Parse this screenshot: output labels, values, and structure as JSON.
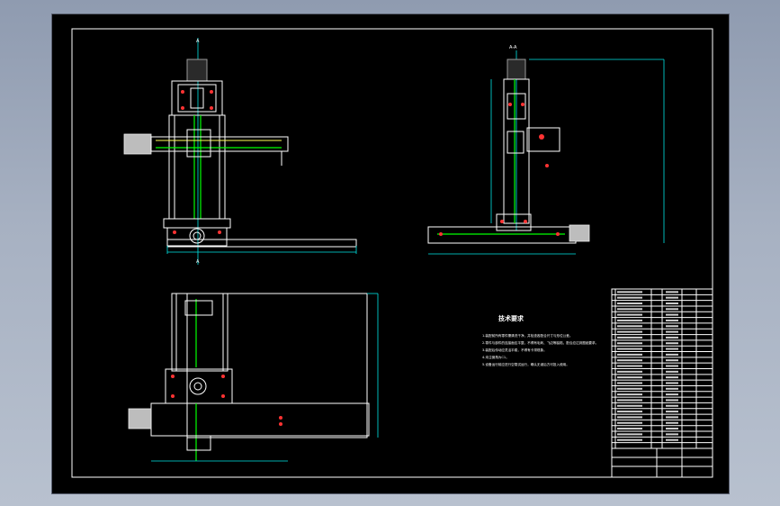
{
  "drawing": {
    "tech_title": "技术要求",
    "tech_notes": [
      "1.装配前所有零件需清洗干净，并检查各配合尺寸与形位公差。",
      "2.零件与部件的连接面应平整，不得有毛刺、飞边等缺陷，配合应达到图纸要求。",
      "3.装配后传动应灵活平稳，不得有卡滞现象。",
      "4.未注倒角为C1。",
      "5.设备运行前应进行空载试运行，确认无误后方可投入使用。"
    ],
    "section_mark_top": "A",
    "section_mark_bottom": "A",
    "section_mark_side": "A-A"
  }
}
